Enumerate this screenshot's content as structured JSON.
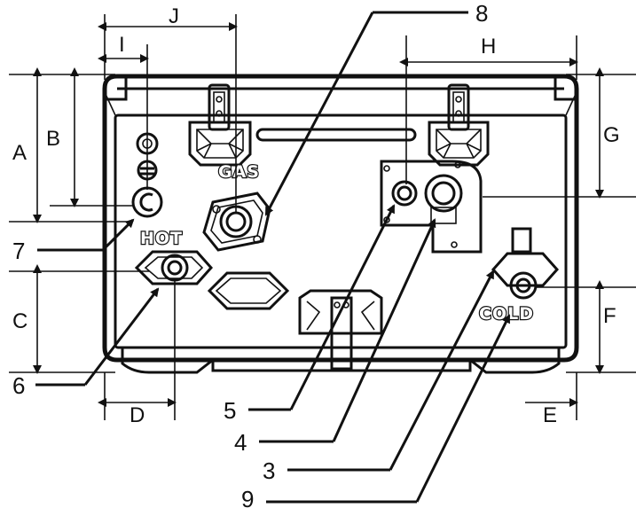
{
  "dimension_labels": {
    "A": "A",
    "B": "B",
    "C": "C",
    "D": "D",
    "E": "E",
    "F": "F",
    "G": "G",
    "H": "H",
    "I": "I",
    "J": "J"
  },
  "callouts": {
    "c3": "3",
    "c4": "4",
    "c5": "5",
    "c6": "6",
    "c7": "7",
    "c8": "8",
    "c9": "9"
  },
  "port_labels": {
    "gas": "GAS",
    "hot": "HOT",
    "cold": "COLD"
  }
}
